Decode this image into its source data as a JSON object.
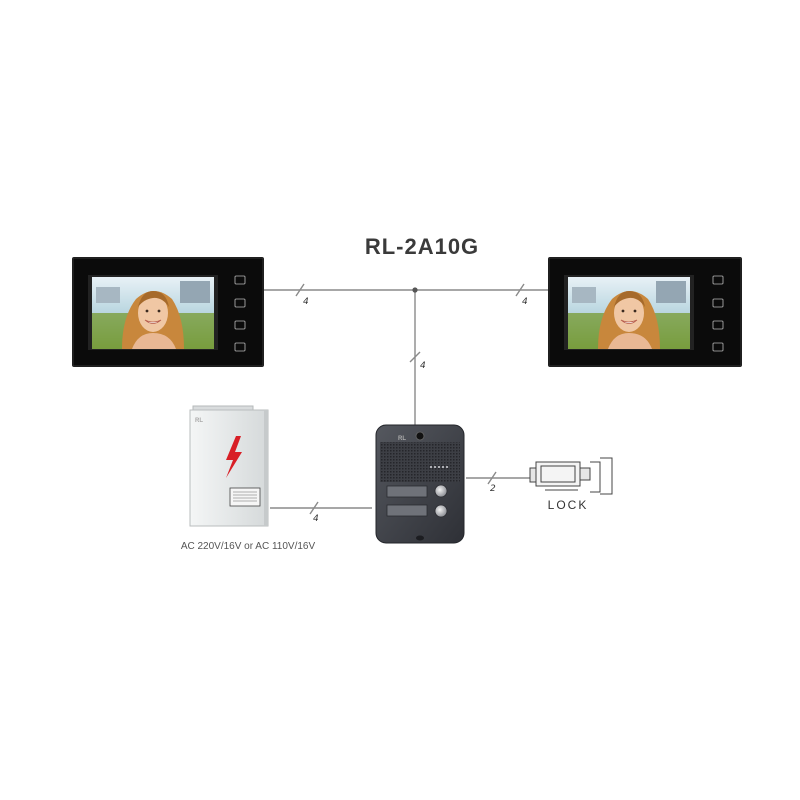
{
  "diagram": {
    "title": "RL-2A10G",
    "power_supply_caption": "AC 220V/16V or AC 110V/16V",
    "lock_label": "LOCK",
    "brand_mark": "RL",
    "wires": {
      "left_monitor": "4",
      "right_monitor": "4",
      "door_station": "4",
      "power": "4",
      "lock": "2"
    },
    "colors": {
      "monitor_body": "#0b0b0b",
      "door_station": "#3f4148",
      "power_supply": "#eceeee",
      "lightning": "#d81f26",
      "wire": "#8a8a8a"
    },
    "icons": [
      "monitor-icon",
      "door-station-icon",
      "power-supply-icon",
      "lightning-icon",
      "lock-icon"
    ]
  }
}
